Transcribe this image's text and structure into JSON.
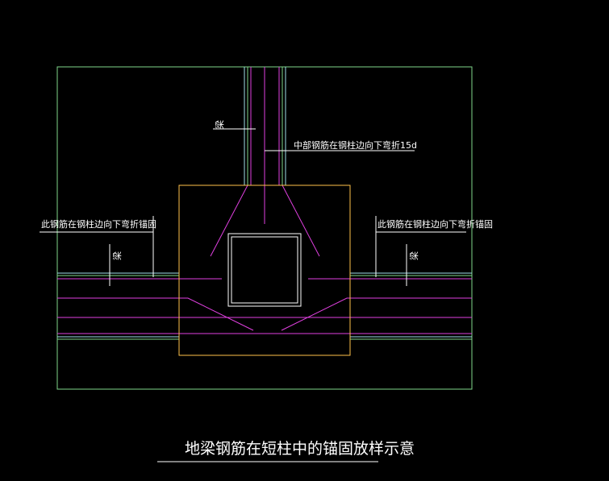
{
  "labels": {
    "beam_top": "梁",
    "beam_left": "梁",
    "beam_right": "梁",
    "middle_note": "中部钢筋在钢柱边向下弯折15d",
    "left_note": "此钢筋在钢柱边向下弯折锚固",
    "right_note": "此钢筋在钢柱边向下弯折锚固"
  },
  "title": "地梁钢筋在短柱中的锚固放样示意",
  "colors": {
    "background": "#000000",
    "outer_frame": "#7fd68a",
    "beam_edge": "#9fe0ea",
    "column_edge": "#ffc24a",
    "rebar": "#e040e0",
    "steel_column": "#ffffff",
    "text": "#ffffff"
  }
}
